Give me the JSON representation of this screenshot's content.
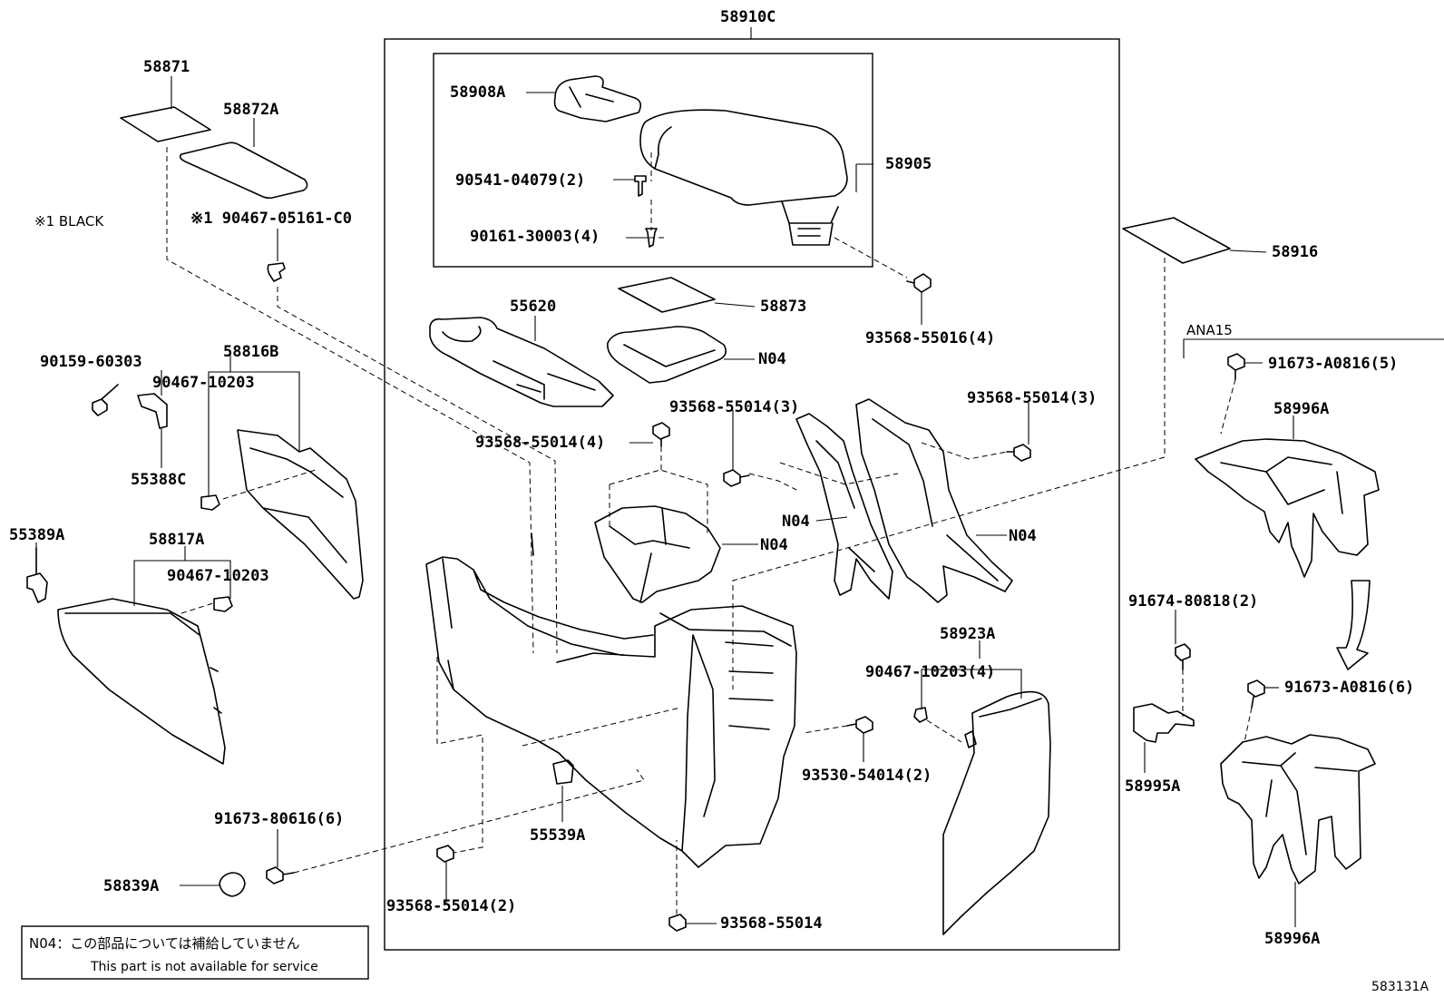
{
  "labels": {
    "p58910C": "58910C",
    "p58871": "58871",
    "p58872A": "58872A",
    "black_note": "※1 BLACK",
    "p90467_05161": "※1 90467-05161-C0",
    "p58908A": "58908A",
    "p58905": "58905",
    "p90541": "90541-04079(2)",
    "p90161": "90161-30003(4)",
    "p58916": "58916",
    "p93568_55016": "93568-55016(4)",
    "p55620": "55620",
    "p58873": "58873",
    "n04_a": "N04",
    "p90159": "90159-60303",
    "p58816B": "58816B",
    "p90467_10203_a": "90467-10203",
    "p55388C": "55388C",
    "p93568_55014_3a": "93568-55014(3)",
    "p93568_55014_3b": "93568-55014(3)",
    "p93568_55014_4": "93568-55014(4)",
    "ana15": "ANA15",
    "p91673_A0816_5": "91673-A0816(5)",
    "p58996A_top": "58996A",
    "n04_b": "N04",
    "n04_c": "N04",
    "n04_d": "N04",
    "p55389A": "55389A",
    "p58817A": "58817A",
    "p90467_10203_b": "90467-10203",
    "p91674": "91674-80818(2)",
    "p58923A": "58923A",
    "p90467_10203_4": "90467-10203(4)",
    "p91673_A0816_6": "91673-A0816(6)",
    "p93530": "93530-54014(2)",
    "p58995A": "58995A",
    "p91673_80616": "91673-80616(6)",
    "p55539A": "55539A",
    "p58839A": "58839A",
    "p93568_55014_2": "93568-55014(2)",
    "p93568_55014": "93568-55014",
    "p58996A_bottom": "58996A",
    "ref_no": "583131A"
  },
  "legend": {
    "line1": "N04：この部品については補給していません",
    "line2": "This part is not available for service"
  }
}
